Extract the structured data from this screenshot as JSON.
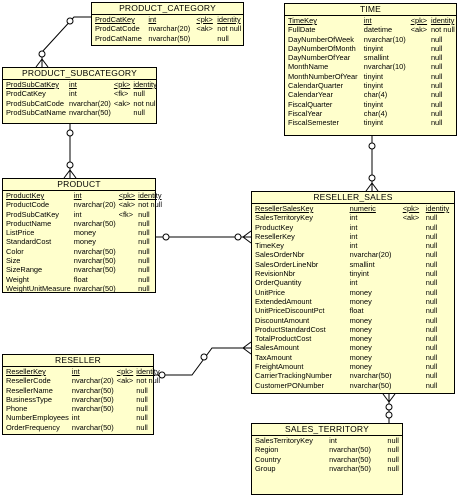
{
  "entities": {
    "product_category": {
      "title": "PRODUCT_CATEGORY",
      "columns": [
        [
          "ProdCatKey",
          "int",
          "<pk>",
          "identity"
        ],
        [
          "ProdCatCode",
          "nvarchar(20)",
          "<ak>",
          "not null"
        ],
        [
          "ProdCatName",
          "nvarchar(50)",
          "",
          "null"
        ]
      ]
    },
    "product_subcategory": {
      "title": "PRODUCT_SUBCATEGORY",
      "columns": [
        [
          "ProdSubCatKey",
          "int",
          "<pk>",
          "identity"
        ],
        [
          "ProdCatKey",
          "int",
          "<fk>",
          "null"
        ],
        [
          "ProdSubCatCode",
          "nvarchar(20)",
          "<ak>",
          "not null"
        ],
        [
          "ProdSubCatName",
          "nvarchar(50)",
          "",
          "null"
        ]
      ]
    },
    "product": {
      "title": "PRODUCT",
      "columns": [
        [
          "ProductKey",
          "int",
          "<pk>",
          "identity"
        ],
        [
          "ProductCode",
          "nvarchar(20)",
          "<ak>",
          "not null"
        ],
        [
          "ProdSubCatKey",
          "int",
          "<fk>",
          "null"
        ],
        [
          "ProductName",
          "nvarchar(50)",
          "",
          "null"
        ],
        [
          "ListPrice",
          "money",
          "",
          "null"
        ],
        [
          "StandardCost",
          "money",
          "",
          "null"
        ],
        [
          "Color",
          "nvarchar(50)",
          "",
          "null"
        ],
        [
          "Size",
          "nvarchar(50)",
          "",
          "null"
        ],
        [
          "SizeRange",
          "nvarchar(50)",
          "",
          "null"
        ],
        [
          "Weight",
          "float",
          "",
          "null"
        ],
        [
          "WeightUnitMeasure",
          "nvarchar(50)",
          "",
          "null"
        ]
      ]
    },
    "reseller": {
      "title": "RESELLER",
      "columns": [
        [
          "ResellerKey",
          "int",
          "<pk>",
          "identity"
        ],
        [
          "ResellerCode",
          "nvarchar(20)",
          "<ak>",
          "not null"
        ],
        [
          "ResellerName",
          "nvarchar(50)",
          "",
          "null"
        ],
        [
          "BusinessType",
          "nvarchar(50)",
          "",
          "null"
        ],
        [
          "Phone",
          "nvarchar(50)",
          "",
          "null"
        ],
        [
          "NumberEmployees",
          "int",
          "",
          "null"
        ],
        [
          "OrderFrequency",
          "nvarchar(50)",
          "",
          "null"
        ]
      ]
    },
    "time": {
      "title": "TIME",
      "columns": [
        [
          "TimeKey",
          "int",
          "<pk>",
          "identity"
        ],
        [
          "FullDate",
          "datetime",
          "<ak>",
          "not null"
        ],
        [
          "DayNumberOfWeek",
          "nvarchar(10)",
          "",
          "null"
        ],
        [
          "DayNumberOfMonth",
          "tinyint",
          "",
          "null"
        ],
        [
          "DayNumberOfYear",
          "smallint",
          "",
          "null"
        ],
        [
          "MonthName",
          "nvarchar(10)",
          "",
          "null"
        ],
        [
          "MonthNumberOfYear",
          "tinyint",
          "",
          "null"
        ],
        [
          "CalendarQuarter",
          "tinyint",
          "",
          "null"
        ],
        [
          "CalendarYear",
          "char(4)",
          "",
          "null"
        ],
        [
          "FiscalQuarter",
          "tinyint",
          "",
          "null"
        ],
        [
          "FiscalYear",
          "char(4)",
          "",
          "null"
        ],
        [
          "FiscalSemester",
          "tinyint",
          "",
          "null"
        ]
      ]
    },
    "reseller_sales": {
      "title": "RESELLER_SALES",
      "columns": [
        [
          "ResellerSalesKey",
          "numeric",
          "<pk>",
          "identity"
        ],
        [
          "SalesTerritoryKey",
          "int",
          "<ak>",
          "null"
        ],
        [
          "ProductKey",
          "int",
          "",
          "null"
        ],
        [
          "ResellerKey",
          "int",
          "",
          "null"
        ],
        [
          "TimeKey",
          "int",
          "",
          "null"
        ],
        [
          "SalesOrderNbr",
          "nvarchar(20)",
          "",
          "null"
        ],
        [
          "SalesOrderLineNbr",
          "smallint",
          "",
          "null"
        ],
        [
          "RevisionNbr",
          "tinyint",
          "",
          "null"
        ],
        [
          "OrderQuantity",
          "int",
          "",
          "null"
        ],
        [
          "UnitPrice",
          "money",
          "",
          "null"
        ],
        [
          "ExtendedAmount",
          "money",
          "",
          "null"
        ],
        [
          "UnitPriceDiscountPct",
          "float",
          "",
          "null"
        ],
        [
          "DiscountAmount",
          "money",
          "",
          "null"
        ],
        [
          "ProductStandardCost",
          "money",
          "",
          "null"
        ],
        [
          "TotalProductCost",
          "money",
          "",
          "null"
        ],
        [
          "SalesAmount",
          "money",
          "",
          "null"
        ],
        [
          "TaxAmount",
          "money",
          "",
          "null"
        ],
        [
          "FreightAmount",
          "money",
          "",
          "null"
        ],
        [
          "CarrierTrackingNumber",
          "nvarchar(50)",
          "",
          "null"
        ],
        [
          "CustomerPONumber",
          "nvarchar(50)",
          "",
          "null"
        ]
      ]
    },
    "sales_territory": {
      "title": "SALES_TERRITORY",
      "columns": [
        [
          "SalesTerritoryKey",
          "int",
          "",
          "null"
        ],
        [
          "Region",
          "nvarchar(50)",
          "",
          "null"
        ],
        [
          "Country",
          "nvarchar(50)",
          "",
          "null"
        ],
        [
          "Group",
          "nvarchar(50)",
          "",
          "null"
        ]
      ]
    }
  }
}
